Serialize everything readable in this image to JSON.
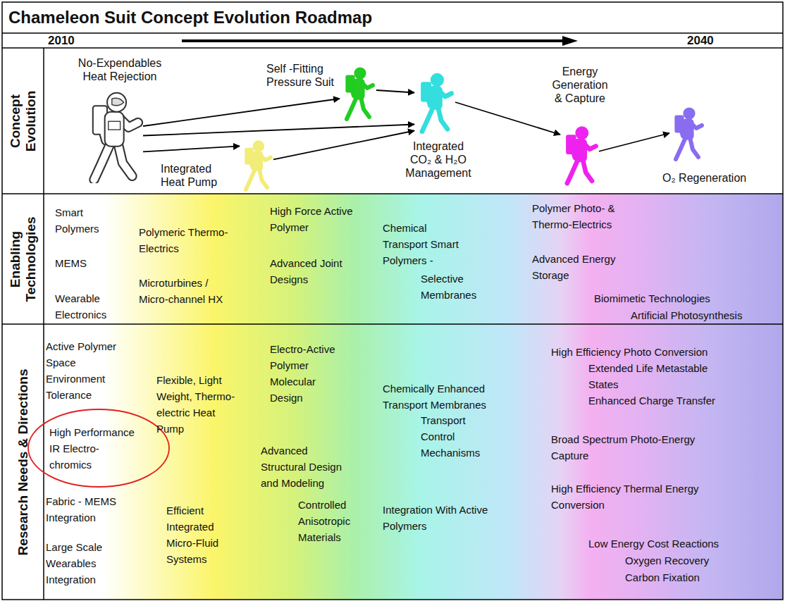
{
  "diagram": {
    "title": "Chameleon Suit Concept Evolution Roadmap",
    "nodes": [
      {
        "text": [
          "Concept Evolution"
        ]
      },
      {
        "text": [
          "No-Expendables Heat Rejection"
        ],
        "in": 0
      },
      {
        "text": [
          "Self -Fitting Pressure Suit"
        ],
        "in": 0
      },
      {
        "text": [
          "Integrated Heat Pump"
        ],
        "in": 0
      },
      {
        "text": [
          "Integrated CO₂ & H₂O Management"
        ],
        "in": 0
      },
      {
        "text": [
          "Energy Generation & Capture"
        ],
        "in": 0
      },
      {
        "text": [
          "O₂ Regeneration"
        ],
        "in": 0
      },
      {
        "text": [
          "Enabling Technologies",
          "Smart Polymers",
          "MEMS",
          "Wearable Electronics",
          "Polymeric Thermo-Electrics",
          "Microturbines / Micro-channel HX",
          "High Force Active Polymer",
          "Advanced Joint Designs",
          "Chemical Transport Smart Polymers -",
          "Selective Membranes",
          "Polymer Photo- & Thermo-Electrics",
          "Advanced Energy Storage",
          "Biomimetic Technologies",
          "Artificial Photosynthesis"
        ]
      },
      {
        "text": [
          "Research Needs & Directions",
          "Active Polymer Space Environment Tolerance",
          "High Performance IR Electro- chromics",
          "Fabric - MEMS Integration",
          "Large Scale Wearables Integration",
          "Flexible, Light Weight, Thermo- electric Heat Pump",
          "Efficient Integrated Micro-Fluid Systems",
          "Electro-Active Polymer Molecular Design",
          "Advanced Structural Design and Modeling",
          "Controlled Anisotropic Materials",
          "Chemically Enhanced Transport Membranes",
          "Transport Control Mechanisms",
          "Integration With Active Polymers",
          "High Efficiency Photo Conversion",
          "Extended Life Metastable States",
          "Enhanced Charge Transfer",
          "Broad Spectrum Photo-Energy Capture",
          "High Efficiency Thermal Energy Conversion",
          "Low Energy Cost Reactions",
          "Oxygen Recovery",
          "Carbon Fixation"
        ]
      }
    ],
    "edges": [
      {
        "from": 1,
        "to": 2,
        "arrow": "to"
      },
      {
        "from": 1,
        "to": 4,
        "arrow": "to"
      },
      {
        "from": 1,
        "to": 3,
        "arrow": "to"
      },
      {
        "from": 2,
        "to": 4,
        "arrow": "to"
      },
      {
        "from": 3,
        "to": 4,
        "arrow": "to"
      },
      {
        "from": 4,
        "to": 5,
        "arrow": "to"
      },
      {
        "from": 5,
        "to": 6,
        "arrow": "to"
      }
    ],
    "labels": [
      "2010",
      "2040"
    ]
  }
}
